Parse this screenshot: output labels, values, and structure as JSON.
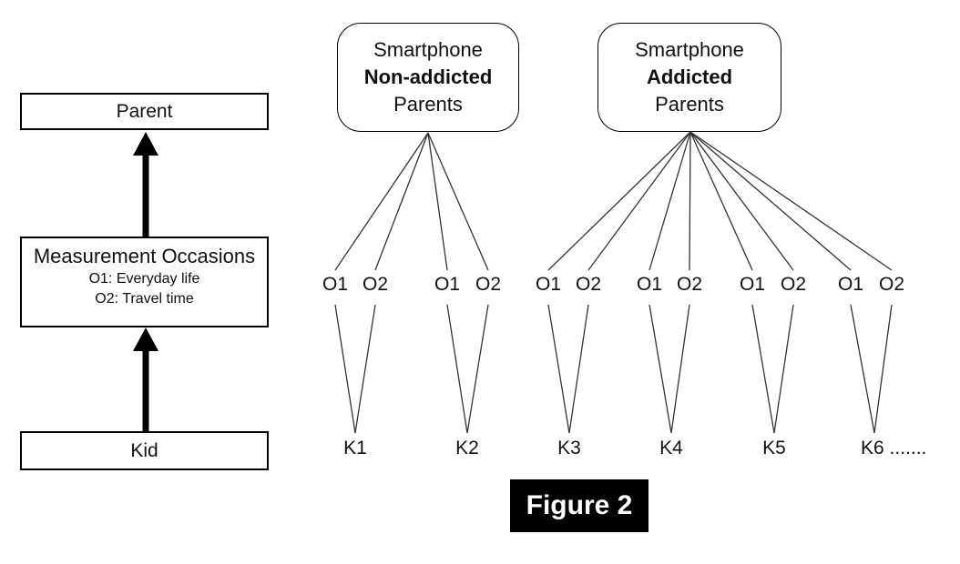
{
  "figure": {
    "caption": "Figure 2"
  },
  "left_flow": {
    "parent_label": "Parent",
    "measurement": {
      "title": "Measurement Occasions",
      "o1_desc": "O1: Everyday life",
      "o2_desc": "O2: Travel time"
    },
    "kid_label": "Kid"
  },
  "groups": [
    {
      "top": "Smartphone",
      "middle": "Non-addicted",
      "bottom": "Parents"
    },
    {
      "top": "Smartphone",
      "middle": "Addicted",
      "bottom": "Parents"
    }
  ],
  "occasions": [
    {
      "o1": "O1",
      "o2": "O2"
    },
    {
      "o1": "O1",
      "o2": "O2"
    },
    {
      "o1": "O1",
      "o2": "O2"
    },
    {
      "o1": "O1",
      "o2": "O2"
    },
    {
      "o1": "O1",
      "o2": "O2"
    },
    {
      "o1": "O1",
      "o2": "O2"
    }
  ],
  "kids": [
    "K1",
    "K2",
    "K3",
    "K4",
    "K5",
    "K6 ......."
  ],
  "colors": {
    "background": "#ffffff",
    "box_border": "#000000",
    "connector_line": "#333333",
    "arrow": "#000000",
    "caption_bg": "#000000",
    "caption_text": "#ffffff"
  }
}
